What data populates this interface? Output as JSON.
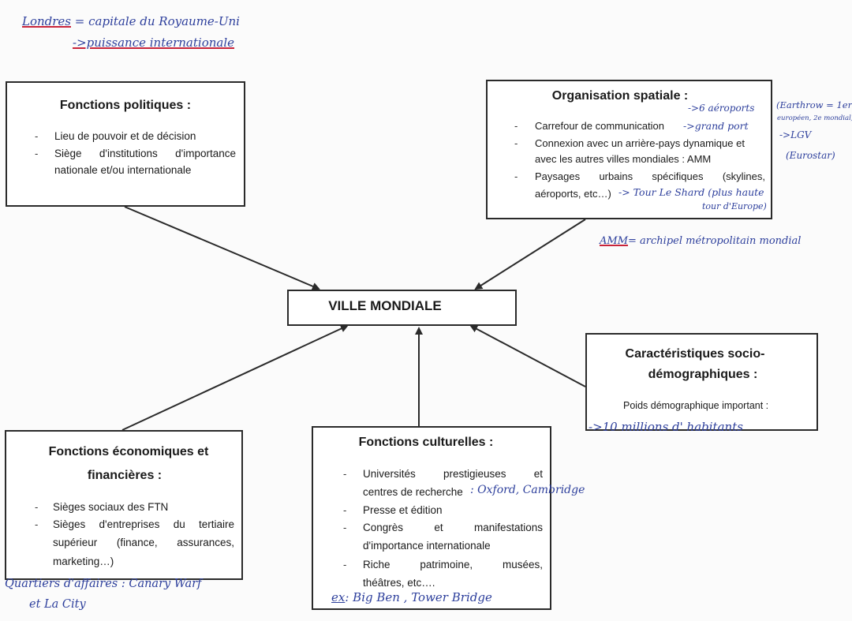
{
  "header": {
    "line1_word": "Londres",
    "line1_rest": "= capitale du Royaume-Uni",
    "line2": "->puissance internationale"
  },
  "center": {
    "label": "VILLE MONDIALE"
  },
  "politiques": {
    "title": "Fonctions politiques :",
    "items": [
      "Lieu de pouvoir et de décision",
      "Siège d'institutions d'importance",
      "nationale et/ou internationale"
    ]
  },
  "spatiale": {
    "title": "Organisation spatiale :",
    "items": [
      "Carrefour de communication",
      "Connexion avec un arrière-pays dynamique et",
      "avec les autres villes mondiales : AMM",
      "Paysages urbains spécifiques (skylines,",
      "aéroports, etc…)"
    ],
    "note_aeroports": "->6 aéroports",
    "note_port": "->grand port",
    "note_tour": "-> Tour Le Shard (plus haute",
    "note_tour2": "tour d'Europe)",
    "side1": "(Earthrow = 1er",
    "side2": "européen, 2e mondial)",
    "side3": "->LGV",
    "side4": "(Eurostar)",
    "amm_word": "AMM",
    "amm_def": "= archipel métropolitain mondial"
  },
  "socio": {
    "title1": "Caractéristiques socio-",
    "title2": "démographiques :",
    "item": "Poids démographique important :",
    "note": "->10 millions d' habitants"
  },
  "economiques": {
    "title1": "Fonctions économiques et",
    "title2": "financières :",
    "items": [
      "Sièges sociaux des FTN",
      "Sièges d'entreprises du tertiaire",
      "supérieur (finance, assurances,",
      "marketing…)"
    ],
    "note1": "Quartiers d'affaires : Canary Warf",
    "note2": "et  La City"
  },
  "culturelles": {
    "title": "Fonctions culturelles :",
    "items": [
      "Universités prestigieuses et",
      "centres de recherche",
      "Presse et édition",
      "Congrès et manifestations",
      "d'importance internationale",
      "Riche patrimoine, musées,",
      "théâtres, etc…."
    ],
    "note_uni": ": Oxford, Cambridge",
    "note_ex_label": "ex",
    "note_ex": ": Big Ben , Tower Bridge"
  }
}
